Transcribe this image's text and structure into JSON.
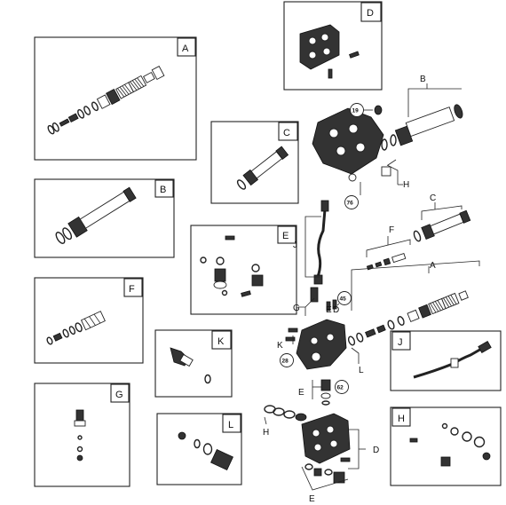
{
  "boxes": {
    "A": "A",
    "B": "B",
    "C": "C",
    "D": "D",
    "E": "E",
    "F": "F",
    "G": "G",
    "H": "H",
    "J": "J",
    "K": "K",
    "L": "L"
  },
  "callouts": {
    "A": "A",
    "B": "B",
    "C": "C",
    "D": "D",
    "E_valve": "E",
    "E_lower": "E",
    "E_bottom": "E",
    "F": "F",
    "G": "G",
    "H_pump": "H",
    "H_lower": "H",
    "J": "J",
    "K": "K",
    "L": "L"
  },
  "circled": {
    "n19": "19",
    "n76": "76",
    "n45": "45",
    "n28": "28",
    "n62": "62"
  }
}
